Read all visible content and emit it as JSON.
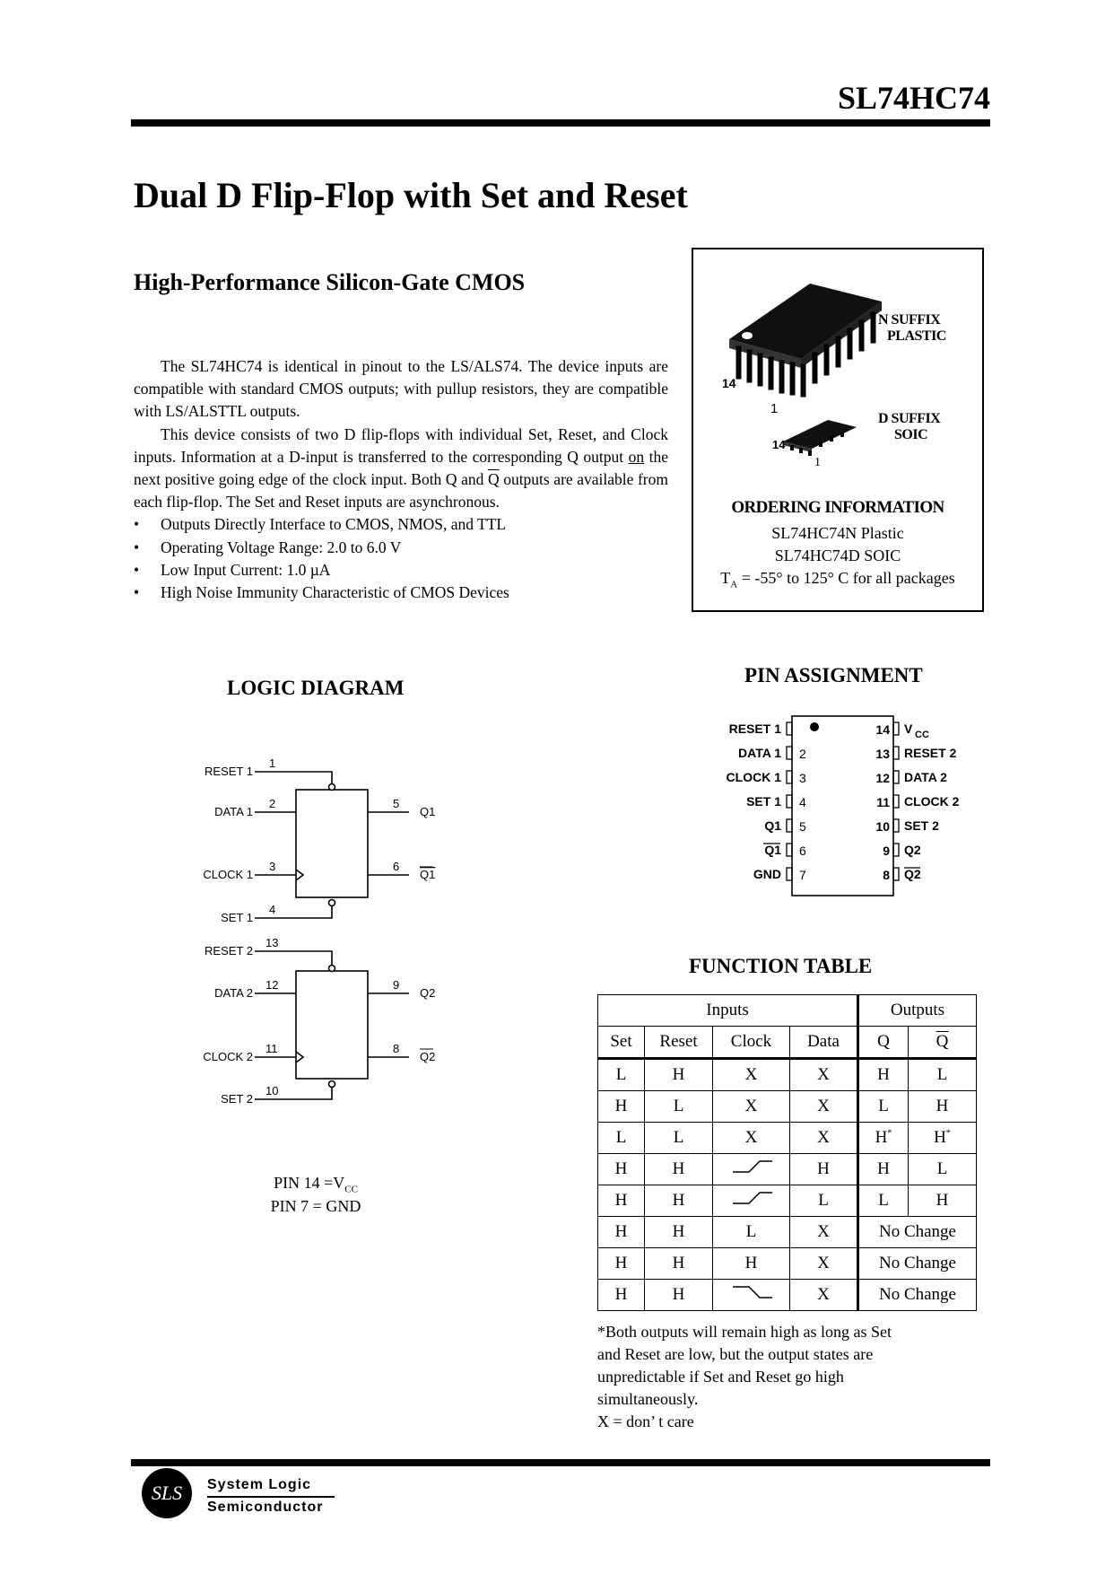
{
  "header": {
    "part_number": "SL74HC74"
  },
  "title": "Dual D Flip-Flop with Set and Reset",
  "subtitle": "High-Performance Silicon-Gate CMOS",
  "description": {
    "para1": "The SL74HC74 is identical in pinout to the LS/ALS74. The device inputs are compatible with standard CMOS outputs; with pullup resistors, they are compatible with LS/ALSTTL outputs.",
    "para2_before": "This device consists of two D flip-flops with individual Set, Reset, and Clock inputs. Information at a D-input is transferred to the corresponding Q output ",
    "para2_on": "on",
    "para2_mid": " the next positive going edge of the clock input. Both Q and ",
    "para2_qbar": "Q",
    "para2_after": " outputs are available from each flip-flop. The Set and Reset inputs are asynchronous.",
    "bullets": [
      "Outputs Directly Interface to CMOS, NMOS, and TTL",
      "Operating Voltage Range: 2.0 to 6.0 V",
      "Low Input Current: 1.0 µA",
      "High Noise Immunity Characteristic of CMOS Devices"
    ]
  },
  "ordering": {
    "n_suffix": "N SUFFIX",
    "n_type": "PLASTIC",
    "d_suffix": "D SUFFIX",
    "d_type": "SOIC",
    "pin14_label": "14",
    "pin1_label": "1",
    "title": "ORDERING INFORMATION",
    "line1": "SL74HC74N Plastic",
    "line2": "SL74HC74D SOIC",
    "temp_prefix": "T",
    "temp_sub": "A",
    "temp_text": " = -55° to 125° C for all packages"
  },
  "logic_diagram": {
    "title": "LOGIC DIAGRAM",
    "ff1": {
      "reset": "RESET 1",
      "reset_pin": "1",
      "data": "DATA 1",
      "data_pin": "2",
      "clock": "CLOCK 1",
      "clock_pin": "3",
      "set": "SET 1",
      "set_pin": "4",
      "q": "Q1",
      "q_pin": "5",
      "qbar": "Q1",
      "qbar_pin": "6"
    },
    "ff2": {
      "reset": "RESET 2",
      "reset_pin": "13",
      "data": "DATA 2",
      "data_pin": "12",
      "clock": "CLOCK 2",
      "clock_pin": "11",
      "set": "SET 2",
      "set_pin": "10",
      "q": "Q2",
      "q_pin": "9",
      "qbar": "Q2",
      "qbar_pin": "8"
    },
    "pin14_prefix": "PIN 14 =V",
    "pin14_sub": "CC",
    "pin7": "PIN 7 = GND"
  },
  "pin_assignment": {
    "title": "PIN ASSIGNMENT",
    "left": [
      {
        "name": "RESET 1",
        "num": "1",
        "bar": false
      },
      {
        "name": "DATA 1",
        "num": "2",
        "bar": false
      },
      {
        "name": "CLOCK 1",
        "num": "3",
        "bar": false
      },
      {
        "name": "SET 1",
        "num": "4",
        "bar": false
      },
      {
        "name": "Q1",
        "num": "5",
        "bar": false
      },
      {
        "name": "Q1",
        "num": "6",
        "bar": true
      },
      {
        "name": "GND",
        "num": "7",
        "bar": false
      }
    ],
    "right": [
      {
        "name": "V",
        "sub": "CC",
        "num": "14",
        "bar": false
      },
      {
        "name": "RESET 2",
        "num": "13",
        "bar": false
      },
      {
        "name": "DATA 2",
        "num": "12",
        "bar": false
      },
      {
        "name": "CLOCK 2",
        "num": "11",
        "bar": false
      },
      {
        "name": "SET 2",
        "num": "10",
        "bar": false
      },
      {
        "name": "Q2",
        "num": "9",
        "bar": false
      },
      {
        "name": "Q2",
        "num": "8",
        "bar": true
      }
    ]
  },
  "function_table": {
    "title": "FUNCTION TABLE",
    "group_inputs": "Inputs",
    "group_outputs": "Outputs",
    "headers": [
      "Set",
      "Reset",
      "Clock",
      "Data",
      "Q",
      "Q"
    ],
    "rows": [
      [
        "L",
        "H",
        "X",
        "X",
        "H",
        "L"
      ],
      [
        "H",
        "L",
        "X",
        "X",
        "L",
        "H"
      ],
      [
        "L",
        "L",
        "X",
        "X",
        "H*",
        "H*"
      ],
      [
        "H",
        "H",
        "rising-edge",
        "H",
        "H",
        "L"
      ],
      [
        "H",
        "H",
        "rising-edge",
        "L",
        "L",
        "H"
      ],
      [
        "H",
        "H",
        "L",
        "X",
        "No Change"
      ],
      [
        "H",
        "H",
        "H",
        "X",
        "No Change"
      ],
      [
        "H",
        "H",
        "falling-edge",
        "X",
        "No Change"
      ]
    ],
    "note_lines": [
      "*Both outputs will remain high as long as Set",
      "and Reset are low, but the output states are",
      "unpredictable if Set and Reset go high",
      "simultaneously.",
      "X = don’ t care"
    ]
  },
  "footer": {
    "logo": "SLS",
    "company_line1": "System Logic",
    "company_line2": "Semiconductor"
  }
}
